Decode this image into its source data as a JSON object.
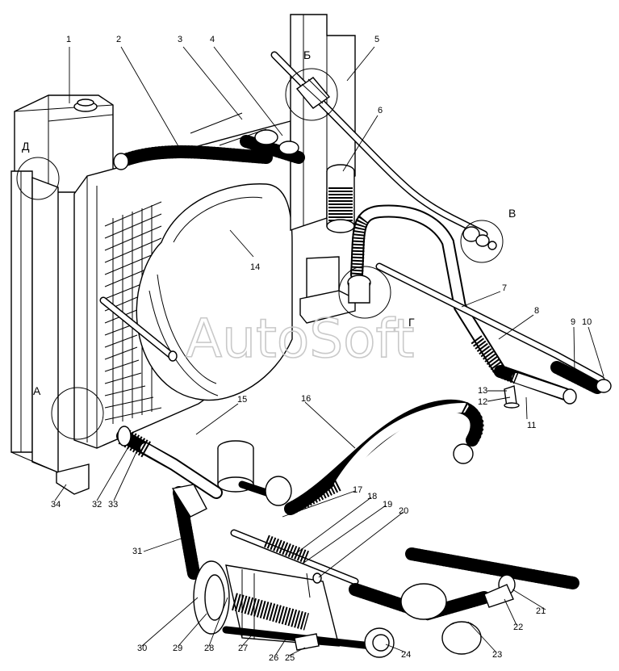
{
  "watermark": "AutoSoft",
  "callouts": [
    "1",
    "2",
    "3",
    "4",
    "5",
    "6",
    "7",
    "8",
    "9",
    "10",
    "11",
    "12",
    "13",
    "14",
    "15",
    "16",
    "17",
    "18",
    "19",
    "20",
    "21",
    "22",
    "23",
    "24",
    "25",
    "26",
    "27",
    "28",
    "29",
    "30",
    "31",
    "32",
    "33",
    "34"
  ],
  "detail_letters": [
    "Д",
    "Б",
    "В",
    "А",
    "Г"
  ]
}
